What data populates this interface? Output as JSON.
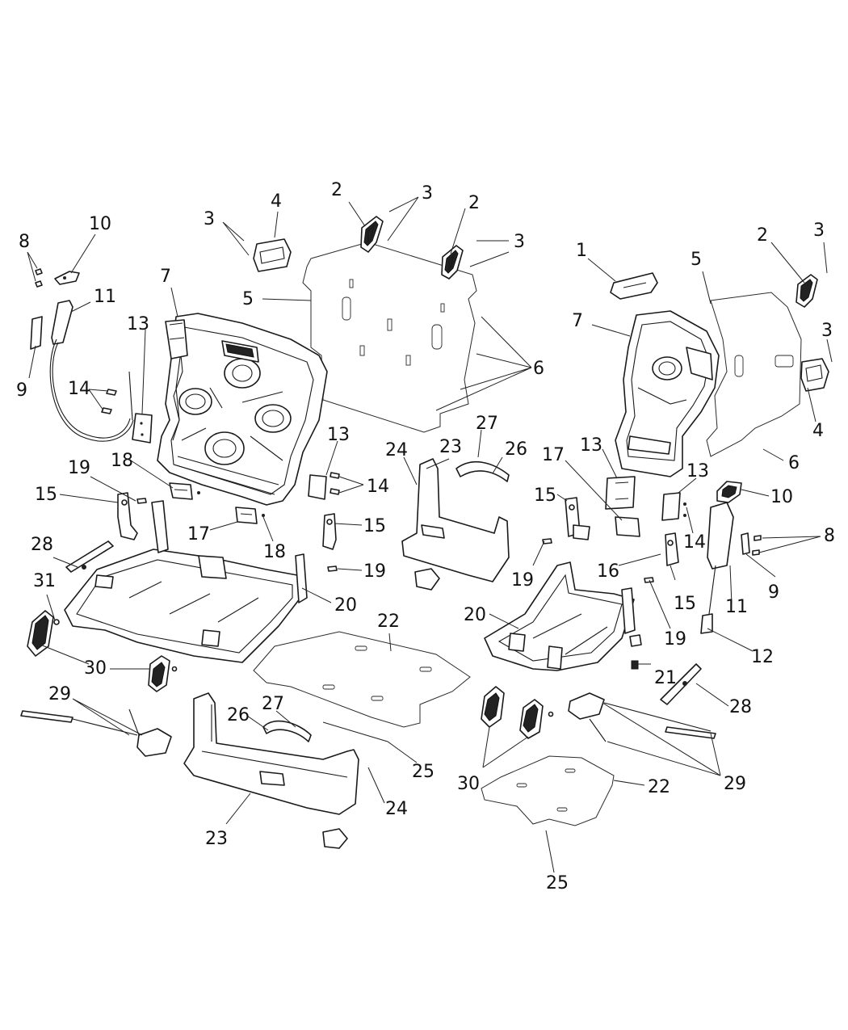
{
  "callouts": [
    {
      "id": "c1",
      "label": "1"
    },
    {
      "id": "c2a",
      "label": "2"
    },
    {
      "id": "c2b",
      "label": "2"
    },
    {
      "id": "c2c",
      "label": "2"
    },
    {
      "id": "c3a",
      "label": "3"
    },
    {
      "id": "c3b",
      "label": "3"
    },
    {
      "id": "c3c",
      "label": "3"
    },
    {
      "id": "c3d",
      "label": "3"
    },
    {
      "id": "c3e",
      "label": "3"
    },
    {
      "id": "c4a",
      "label": "4"
    },
    {
      "id": "c4b",
      "label": "4"
    },
    {
      "id": "c5a",
      "label": "5"
    },
    {
      "id": "c5b",
      "label": "5"
    },
    {
      "id": "c6a",
      "label": "6"
    },
    {
      "id": "c6b",
      "label": "6"
    },
    {
      "id": "c7a",
      "label": "7"
    },
    {
      "id": "c7b",
      "label": "7"
    },
    {
      "id": "c8a",
      "label": "8"
    },
    {
      "id": "c8b",
      "label": "8"
    },
    {
      "id": "c9a",
      "label": "9"
    },
    {
      "id": "c9b",
      "label": "9"
    },
    {
      "id": "c10a",
      "label": "10"
    },
    {
      "id": "c10b",
      "label": "10"
    },
    {
      "id": "c11a",
      "label": "11"
    },
    {
      "id": "c11b",
      "label": "11"
    },
    {
      "id": "c12",
      "label": "12"
    },
    {
      "id": "c13a",
      "label": "13"
    },
    {
      "id": "c13b",
      "label": "13"
    },
    {
      "id": "c13c",
      "label": "13"
    },
    {
      "id": "c13d",
      "label": "13"
    },
    {
      "id": "c14a",
      "label": "14"
    },
    {
      "id": "c14b",
      "label": "14"
    },
    {
      "id": "c14c",
      "label": "14"
    },
    {
      "id": "c15a",
      "label": "15"
    },
    {
      "id": "c15b",
      "label": "15"
    },
    {
      "id": "c15c",
      "label": "15"
    },
    {
      "id": "c15d",
      "label": "15"
    },
    {
      "id": "c16",
      "label": "16"
    },
    {
      "id": "c17a",
      "label": "17"
    },
    {
      "id": "c17b",
      "label": "17"
    },
    {
      "id": "c18a",
      "label": "18"
    },
    {
      "id": "c18b",
      "label": "18"
    },
    {
      "id": "c19a",
      "label": "19"
    },
    {
      "id": "c19b",
      "label": "19"
    },
    {
      "id": "c19c",
      "label": "19"
    },
    {
      "id": "c19d",
      "label": "19"
    },
    {
      "id": "c20a",
      "label": "20"
    },
    {
      "id": "c20b",
      "label": "20"
    },
    {
      "id": "c21",
      "label": "21"
    },
    {
      "id": "c22a",
      "label": "22"
    },
    {
      "id": "c22b",
      "label": "22"
    },
    {
      "id": "c23a",
      "label": "23"
    },
    {
      "id": "c23b",
      "label": "23"
    },
    {
      "id": "c24a",
      "label": "24"
    },
    {
      "id": "c24b",
      "label": "24"
    },
    {
      "id": "c25a",
      "label": "25"
    },
    {
      "id": "c25b",
      "label": "25"
    },
    {
      "id": "c26a",
      "label": "26"
    },
    {
      "id": "c26b",
      "label": "26"
    },
    {
      "id": "c27a",
      "label": "27"
    },
    {
      "id": "c27b",
      "label": "27"
    },
    {
      "id": "c28a",
      "label": "28"
    },
    {
      "id": "c28b",
      "label": "28"
    },
    {
      "id": "c29a",
      "label": "29"
    },
    {
      "id": "c29b",
      "label": "29"
    },
    {
      "id": "c30a",
      "label": "30"
    },
    {
      "id": "c30b",
      "label": "30"
    },
    {
      "id": "c31",
      "label": "31"
    }
  ]
}
